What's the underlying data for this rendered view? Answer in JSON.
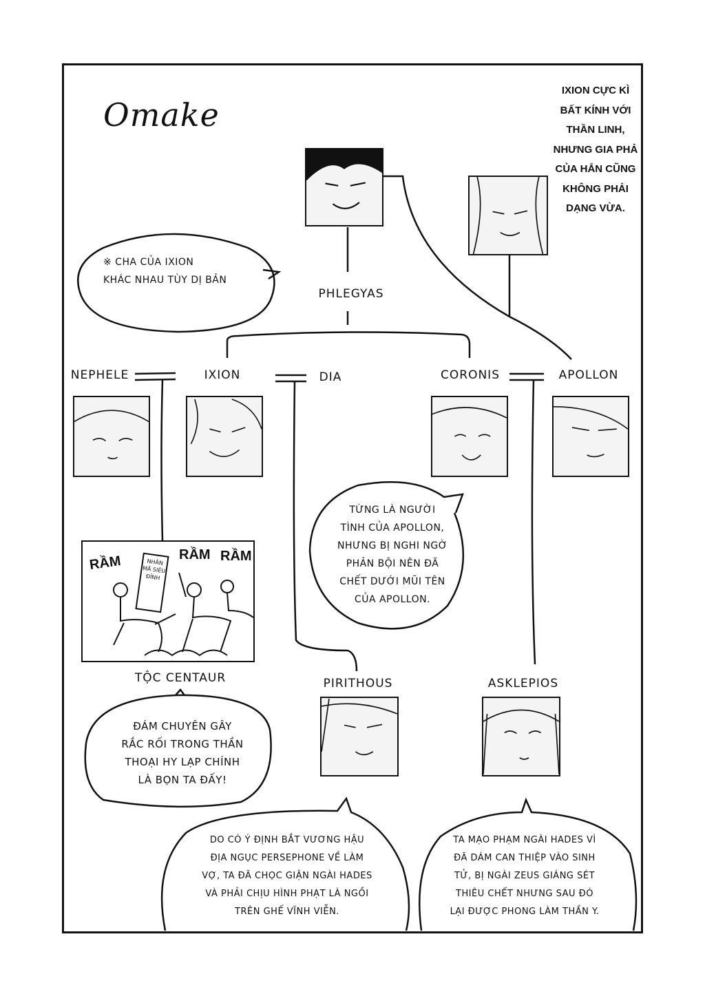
{
  "title": "Omake",
  "side_note": [
    "IXION CỰC KÌ",
    "BẤT KÍNH VỚI",
    "THẦN LINH,",
    "NHƯNG GIA PHẢ",
    "CỦA HẮN CŨNG",
    "KHÔNG PHẢI",
    "DẠNG VỪA."
  ],
  "notes_bubble": [
    "※ CHA CỦA IXION",
    "KHÁC NHAU TÙY DỊ BẢN"
  ],
  "labels": {
    "phlegyas": "PHLEGYAS",
    "nephele": "NEPHELE",
    "ixion": "IXION",
    "dia": "DIA",
    "coronis": "CORONIS",
    "apollon": "APOLLON",
    "centaur": "TỘC CENTAUR",
    "pirithous": "PIRITHOUS",
    "asklepios": "ASKLEPIOS"
  },
  "centaur_panel": {
    "sfx": [
      "RẦM",
      "RẦM",
      "RẦM"
    ],
    "sign": "NHÂN MÃ SIÊU ĐỈNH"
  },
  "bubbles": {
    "coronis": [
      "TỪNG LÀ NGƯỜI",
      "TÌNH CỦA APOLLON,",
      "NHƯNG BỊ NGHI NGỜ",
      "PHẢN BỘI NÊN ĐÃ",
      "CHẾT DƯỚI MŨI TÊN",
      "CỦA APOLLON."
    ],
    "centaur": [
      "ĐÁM CHUYÊN GÂY",
      "RẮC RỐI TRONG THẦN",
      "THOẠI HY LẠP CHÍNH",
      "LÀ BỌN TA ĐẤY!"
    ],
    "pirithous": [
      "DO CÓ Ý ĐỊNH BẮT VƯƠNG HẬU",
      "ĐỊA NGỤC PERSEPHONE VỀ LÀM",
      "VỢ, TA ĐÃ CHỌC GIẬN NGÀI HADES",
      "VÀ PHẢI CHỊU HÌNH PHẠT LÀ NGỒI",
      "TRÊN GHẾ VĨNH VIỄN."
    ],
    "asklepios": [
      "TA MẠO PHẠM NGÀI HADES VÌ",
      "ĐÃ DÁM CAN THIỆP VÀO SINH",
      "TỬ, BỊ NGÀI ZEUS GIÁNG SÉT",
      "THIÊU CHẾT NHƯNG SAU ĐÓ",
      "LẠI ĐƯỢC PHONG LÀM THẦN Y."
    ]
  }
}
